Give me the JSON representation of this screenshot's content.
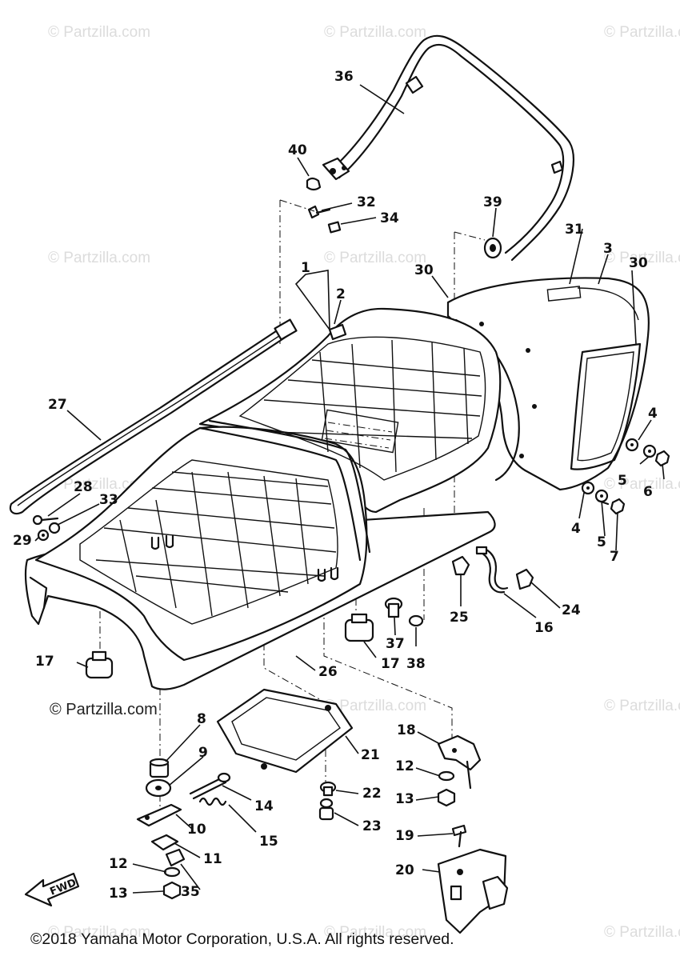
{
  "watermark": {
    "text": "© Partzilla.com",
    "prominent_text": "© Partzilla.com"
  },
  "copyright": "©2018 Yamaha Motor Corporation, U.S.A. All rights reserved.",
  "fwd_label": "FWD",
  "callouts": {
    "c1": "1",
    "c2": "2",
    "c3": "3",
    "c4a": "4",
    "c4b": "4",
    "c5a": "5",
    "c5b": "5",
    "c6": "6",
    "c7": "7",
    "c8": "8",
    "c9": "9",
    "c10": "10",
    "c11": "11",
    "c12a": "12",
    "c12b": "12",
    "c13a": "13",
    "c13b": "13",
    "c14": "14",
    "c15": "15",
    "c16": "16",
    "c17a": "17",
    "c17b": "17",
    "c18": "18",
    "c19": "19",
    "c20": "20",
    "c21": "21",
    "c22": "22",
    "c23": "23",
    "c24": "24",
    "c25": "25",
    "c26": "26",
    "c27": "27",
    "c28": "28",
    "c29": "29",
    "c30a": "30",
    "c30b": "30",
    "c31": "31",
    "c32": "32",
    "c33": "33",
    "c34": "34",
    "c35": "35",
    "c36": "36",
    "c37": "37",
    "c38": "38",
    "c39": "39",
    "c40": "40"
  }
}
